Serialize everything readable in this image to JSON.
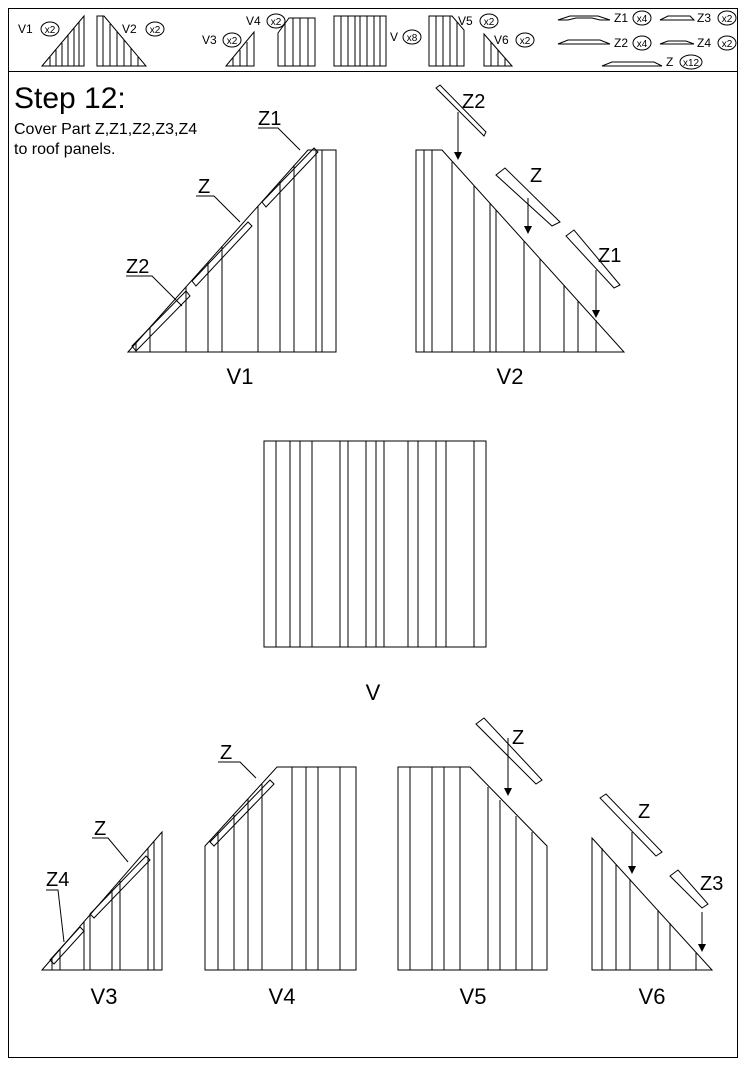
{
  "step": {
    "title": "Step 12:",
    "line1": "Cover Part Z,Z1,Z2,Z3,Z4",
    "line2": "to roof panels."
  },
  "parts_list": [
    {
      "name": "V1",
      "qty": "x2"
    },
    {
      "name": "V2",
      "qty": "x2"
    },
    {
      "name": "V3",
      "qty": "x2"
    },
    {
      "name": "V4",
      "qty": "x2"
    },
    {
      "name": "V",
      "qty": "x8"
    },
    {
      "name": "V5",
      "qty": "x2"
    },
    {
      "name": "V6",
      "qty": "x2"
    },
    {
      "name": "Z1",
      "qty": "x4"
    },
    {
      "name": "Z3",
      "qty": "x2"
    },
    {
      "name": "Z2",
      "qty": "x4"
    },
    {
      "name": "Z4",
      "qty": "x2"
    },
    {
      "name": "Z",
      "qty": "x12"
    }
  ],
  "panels": {
    "v1": "V1",
    "v2": "V2",
    "v": "V",
    "v3": "V3",
    "v4": "V4",
    "v5": "V5",
    "v6": "V6"
  },
  "callouts": {
    "v1_z1": "Z1",
    "v1_z": "Z",
    "v1_z2": "Z2",
    "v2_z2": "Z2",
    "v2_z": "Z",
    "v2_z1": "Z1",
    "v3_z": "Z",
    "v3_z4": "Z4",
    "v4_z": "Z",
    "v5_z": "Z",
    "v6_z": "Z",
    "v6_z3": "Z3"
  }
}
